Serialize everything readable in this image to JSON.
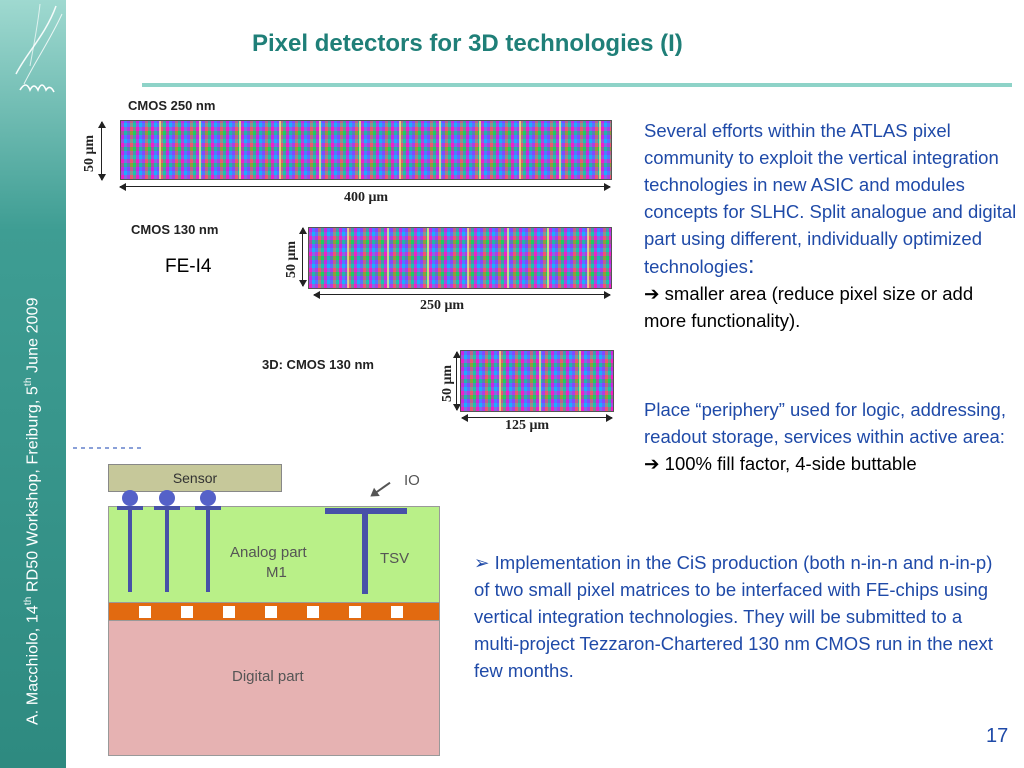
{
  "slide": {
    "title": "Pixel detectors for 3D technologies (I)",
    "page_number": "17",
    "sidebar": {
      "author": "A. Macchiolo, 14",
      "sup1": "th",
      "middle": " RD50 Workshop, Freiburg, 5",
      "sup2": "th",
      "end": " June 2009"
    },
    "chips": [
      {
        "label": "CMOS  250 nm",
        "height": "50 μm",
        "width": "400 μm"
      },
      {
        "label": "CMOS  130 nm",
        "height": "50 μm",
        "width": "250 μm",
        "name": "FE-I4"
      },
      {
        "label": "3D: CMOS  130 nm",
        "height": "50 μm",
        "width": "125 μm"
      }
    ],
    "diagram": {
      "sensor": "Sensor",
      "io": "IO",
      "analog": "Analog part",
      "m1": "M1",
      "tsv": "TSV",
      "digital": "Digital part"
    },
    "paragraph1": {
      "text": " Several efforts within the ATLAS pixel community to exploit the vertical integration technologies in new ASIC and modules concepts for SLHC. Split analogue and digital part using different, individually optimized technologies",
      "colon": ":",
      "result": " smaller area (reduce pixel size or add more functionality)."
    },
    "paragraph2": {
      "text": "Place “periphery” used for logic, addressing, readout storage, services within active area:",
      "result": " 100% fill factor, 4-side buttable"
    },
    "paragraph3": {
      "text": "Implementation in the CiS production (both n-in-n and n-in-p) of two small pixel matrices to be interfaced with FE-chips using vertical integration technologies. They will be submitted to a multi-project Tezzaron-Chartered 130 nm CMOS run in the next few months."
    }
  }
}
